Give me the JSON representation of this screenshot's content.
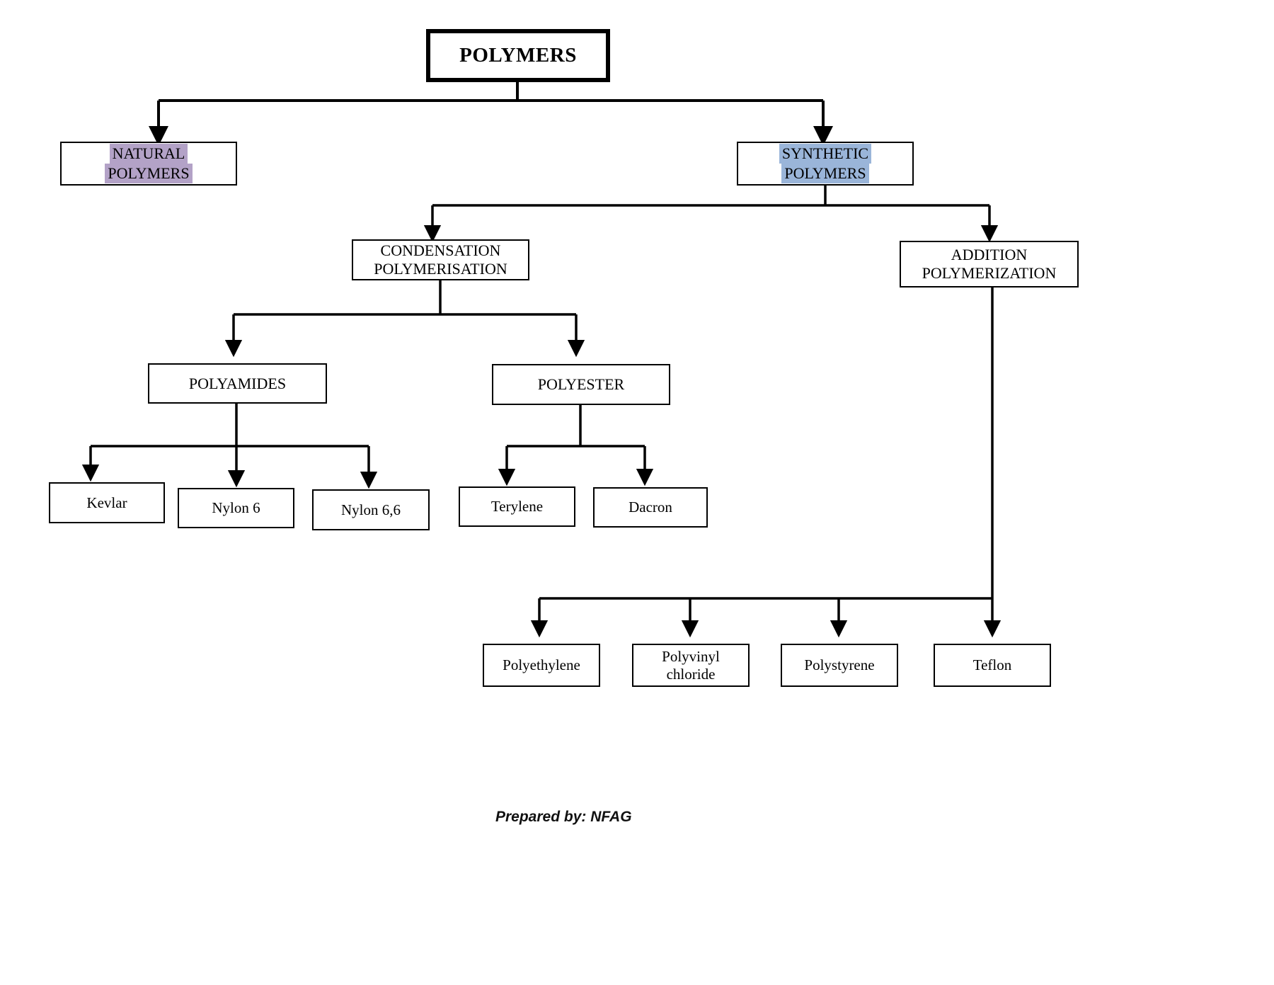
{
  "diagram": {
    "title": "POLYMERS",
    "footer": "Prepared by: NFAG",
    "colors": {
      "natural_highlight": "#b3a2c7",
      "synthetic_highlight": "#9ab5d9",
      "line": "#000000",
      "background": "#ffffff"
    },
    "nodes": {
      "root": "POLYMERS",
      "natural": "NATURAL POLYMERS",
      "natural_line1": "NATURAL",
      "natural_line2": "POLYMERS",
      "synthetic_line1": "SYNTHETIC",
      "synthetic_line2": "POLYMERS",
      "condensation_line1": "CONDENSATION",
      "condensation_line2": "POLYMERISATION",
      "addition_line1": "ADDITION",
      "addition_line2": "POLYMERIZATION",
      "polyamides": "POLYAMIDES",
      "polyester": "POLYESTER",
      "kevlar": "Kevlar",
      "nylon6": "Nylon 6",
      "nylon66": "Nylon 6,6",
      "terylene": "Terylene",
      "dacron": "Dacron",
      "polyethylene": "Polyethylene",
      "pvc_line1": "Polyvinyl",
      "pvc_line2": "chloride",
      "polystyrene": "Polystyrene",
      "teflon": "Teflon"
    }
  }
}
